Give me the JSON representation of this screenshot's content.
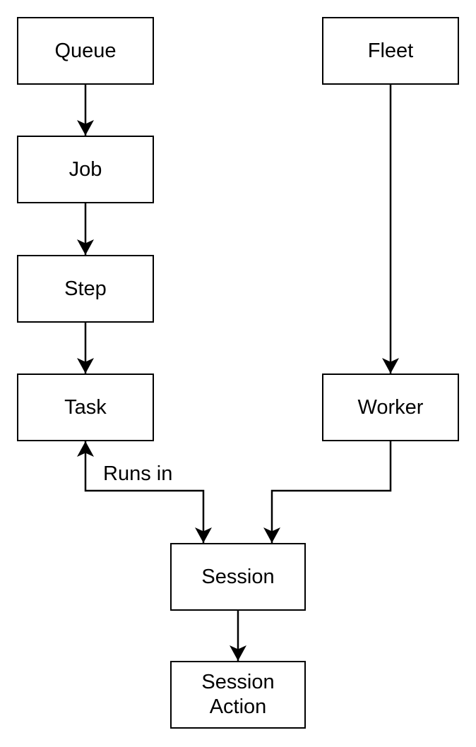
{
  "diagram": {
    "type": "flowchart",
    "colors": {
      "background": "#ffffff",
      "node_fill": "#ffffff",
      "stroke": "#000000",
      "text": "#000000"
    },
    "nodes": {
      "queue": {
        "label": "Queue"
      },
      "job": {
        "label": "Job"
      },
      "step": {
        "label": "Step"
      },
      "task": {
        "label": "Task"
      },
      "fleet": {
        "label": "Fleet"
      },
      "worker": {
        "label": "Worker"
      },
      "session": {
        "label": "Session"
      },
      "session_action": {
        "label": "Session Action"
      }
    },
    "edges": [
      {
        "from": "Queue",
        "to": "Job",
        "label": ""
      },
      {
        "from": "Job",
        "to": "Step",
        "label": ""
      },
      {
        "from": "Step",
        "to": "Task",
        "label": ""
      },
      {
        "from": "Fleet",
        "to": "Worker",
        "label": ""
      },
      {
        "from": "Session",
        "to": "Task",
        "label": "Runs in",
        "bidirectional": true
      },
      {
        "from": "Worker",
        "to": "Session",
        "label": ""
      },
      {
        "from": "Session",
        "to": "Session Action",
        "label": ""
      }
    ]
  }
}
